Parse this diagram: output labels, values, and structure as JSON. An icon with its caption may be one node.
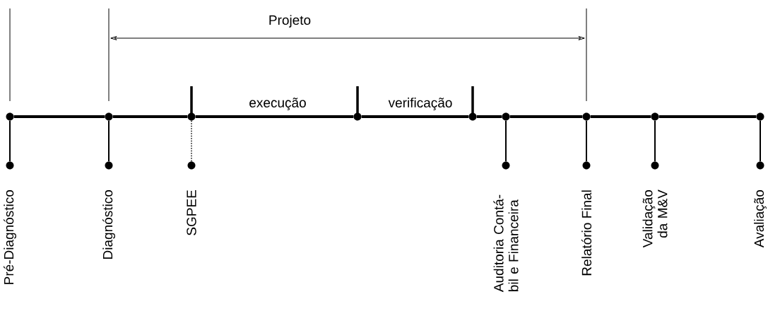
{
  "diagram": {
    "nodes": [
      {
        "text": [],
        "shape": "circle"
      },
      {
        "text": [],
        "shape": "circle"
      },
      {
        "text": [],
        "shape": "circle"
      },
      {
        "text": [],
        "shape": "circle"
      },
      {
        "text": [],
        "shape": "circle"
      },
      {
        "text": [],
        "shape": "circle"
      },
      {
        "text": [],
        "shape": "circle"
      },
      {
        "text": [],
        "shape": "circle"
      },
      {
        "text": [],
        "shape": "circle"
      },
      {
        "text": [
          "Pré-Diagnóstico"
        ]
      },
      {
        "text": [
          "Diagnóstico"
        ]
      },
      {
        "text": [
          "SGPEE"
        ]
      },
      {
        "text": [
          "Auditoria Contá-bil e Financeira"
        ]
      },
      {
        "text": [
          "Relatório Final"
        ]
      },
      {
        "text": [
          "Validação da M&V"
        ]
      },
      {
        "text": [
          "Avaliação"
        ]
      }
    ],
    "edges": [
      {
        "from": 0,
        "to": 1,
        "arrow": "none"
      },
      {
        "from": 1,
        "to": 2,
        "arrow": "none"
      },
      {
        "from": 2,
        "to": 3,
        "arrow": "none"
      },
      {
        "from": 3,
        "to": 4,
        "arrow": "none"
      },
      {
        "from": 4,
        "to": 5,
        "arrow": "none"
      },
      {
        "from": 5,
        "to": 6,
        "arrow": "none"
      },
      {
        "from": 6,
        "to": 7,
        "arrow": "none"
      },
      {
        "from": 7,
        "to": 8,
        "arrow": "none"
      },
      {
        "from": 0,
        "to": 9,
        "arrow": "none"
      },
      {
        "from": 1,
        "to": 10,
        "arrow": "none"
      },
      {
        "from": 2,
        "to": 11,
        "arrow": "none",
        "style": "dashed"
      },
      {
        "from": 5,
        "to": 12,
        "arrow": "none"
      },
      {
        "from": 6,
        "to": 13,
        "arrow": "none"
      },
      {
        "from": 7,
        "to": 14,
        "arrow": "none"
      },
      {
        "from": 8,
        "to": 15,
        "arrow": "none"
      }
    ],
    "labels": [
      "Projeto",
      "execução",
      "verificação"
    ]
  }
}
